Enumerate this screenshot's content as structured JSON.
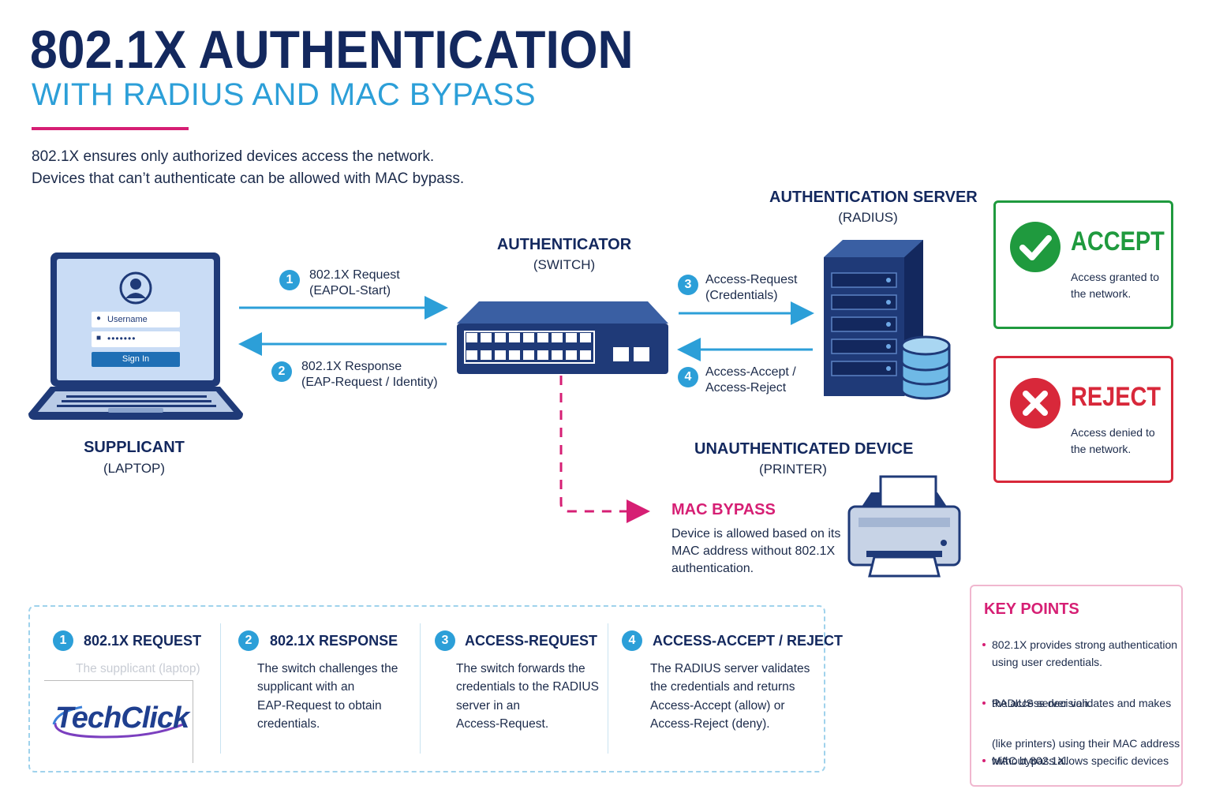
{
  "header": {
    "title": "802.1X AUTHENTICATION",
    "subtitle": "WITH RADIUS AND MAC BYPASS",
    "intro_line1": "802.1X ensures only authorized devices access the network.",
    "intro_line2": "Devices that can’t authenticate can be allowed with MAC bypass."
  },
  "supplicant": {
    "title": "SUPPLICANT",
    "subtitle": "(LAPTOP)",
    "username_label": "Username",
    "password_mask": "•••••••",
    "signin_label": "Sign In"
  },
  "authenticator": {
    "title": "AUTHENTICATOR",
    "subtitle": "(SWITCH)"
  },
  "server": {
    "title": "AUTHENTICATION SERVER",
    "subtitle": "(RADIUS)"
  },
  "unauth": {
    "title": "UNAUTHENTICATED DEVICE",
    "subtitle": "(PRINTER)"
  },
  "arrows": [
    {
      "num": "1",
      "line1": "802.1X Request",
      "line2": "(EAPOL-Start)"
    },
    {
      "num": "2",
      "line1": "802.1X Response",
      "line2": "(EAP-Request / Identity)"
    },
    {
      "num": "3",
      "line1": "Access-Request",
      "line2": "(Credentials)"
    },
    {
      "num": "4",
      "line1": "Access-Accept /",
      "line2": "Access-Reject"
    }
  ],
  "accept": {
    "title": "ACCEPT",
    "desc_line1": "Access granted to",
    "desc_line2": "the network."
  },
  "reject": {
    "title": "REJECT",
    "desc_line1": "Access denied to",
    "desc_line2": "the network."
  },
  "mac_bypass": {
    "title": "MAC BYPASS",
    "line1": "Device is allowed based on its",
    "line2": "MAC address without 802.1X",
    "line3": "authentication."
  },
  "steps": [
    {
      "num": "1",
      "title": "802.1X REQUEST",
      "lines": [
        "The supplicant (laptop)"
      ]
    },
    {
      "num": "2",
      "title": "802.1X RESPONSE",
      "lines": [
        "The switch challenges the",
        "supplicant with an",
        "EAP-Request to obtain",
        "credentials."
      ]
    },
    {
      "num": "3",
      "title": "ACCESS-REQUEST",
      "lines": [
        "The switch forwards the",
        "credentials to the RADIUS",
        "server in an",
        "Access-Request."
      ]
    },
    {
      "num": "4",
      "title": "ACCESS-ACCEPT / REJECT",
      "lines": [
        "The RADIUS server validates",
        "the credentials and returns",
        "Access-Accept (allow) or",
        "Access-Reject (deny)."
      ]
    }
  ],
  "key_points": {
    "title": "KEY POINTS",
    "items": [
      {
        "line1": "802.1X provides strong authentication",
        "line2": "using user credentials."
      },
      {
        "line1": "RADIUS server validates and makes",
        "line2": "the access decision."
      },
      {
        "line1": "MAC bypass allows specific devices",
        "line2": "(like printers) using their MAC address",
        "line3": "without 802.1X."
      }
    ]
  },
  "logo": {
    "text": "TechClick"
  },
  "colors": {
    "navy": "#13285e",
    "blue": "#2c9fd8",
    "magenta": "#d61f74",
    "green": "#1f9a3e",
    "red": "#d8283a"
  },
  "icons": [
    "user-icon",
    "lock-icon",
    "checkmark-icon",
    "x-icon",
    "laptop-icon",
    "switch-icon",
    "server-icon",
    "database-icon",
    "printer-icon"
  ]
}
